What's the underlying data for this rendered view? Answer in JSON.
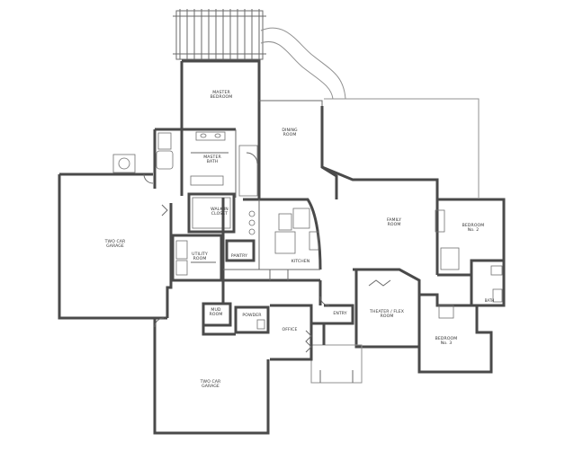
{
  "rooms": {
    "master_bedroom": [
      "MASTER",
      "BEDROOM"
    ],
    "master_bath": [
      "MASTER",
      "BATH"
    ],
    "dining_room": [
      "DINING",
      "ROOM"
    ],
    "walk_in_closet": [
      "WALK-IN",
      "CLOSET"
    ],
    "two_car_garage_left": [
      "TWO CAR",
      "GARAGE"
    ],
    "utility_room": [
      "UTILITY",
      "ROOM"
    ],
    "pantry": [
      "PANTRY"
    ],
    "kitchen": [
      "KITCHEN"
    ],
    "family_room": [
      "FAMILY",
      "ROOM"
    ],
    "bedroom_2": [
      "BEDROOM",
      "No. 2"
    ],
    "bath": [
      "BATH"
    ],
    "theater_flex": [
      "THEATER / FLEX",
      "ROOM"
    ],
    "bedroom_3": [
      "BEDROOM",
      "No. 3"
    ],
    "mud_room": [
      "MUD",
      "ROOM"
    ],
    "powder": [
      "POWDER"
    ],
    "office": [
      "OFFICE"
    ],
    "entry": [
      "ENTRY"
    ],
    "two_car_garage_bottom": [
      "TWO CAR",
      "GARAGE"
    ]
  }
}
